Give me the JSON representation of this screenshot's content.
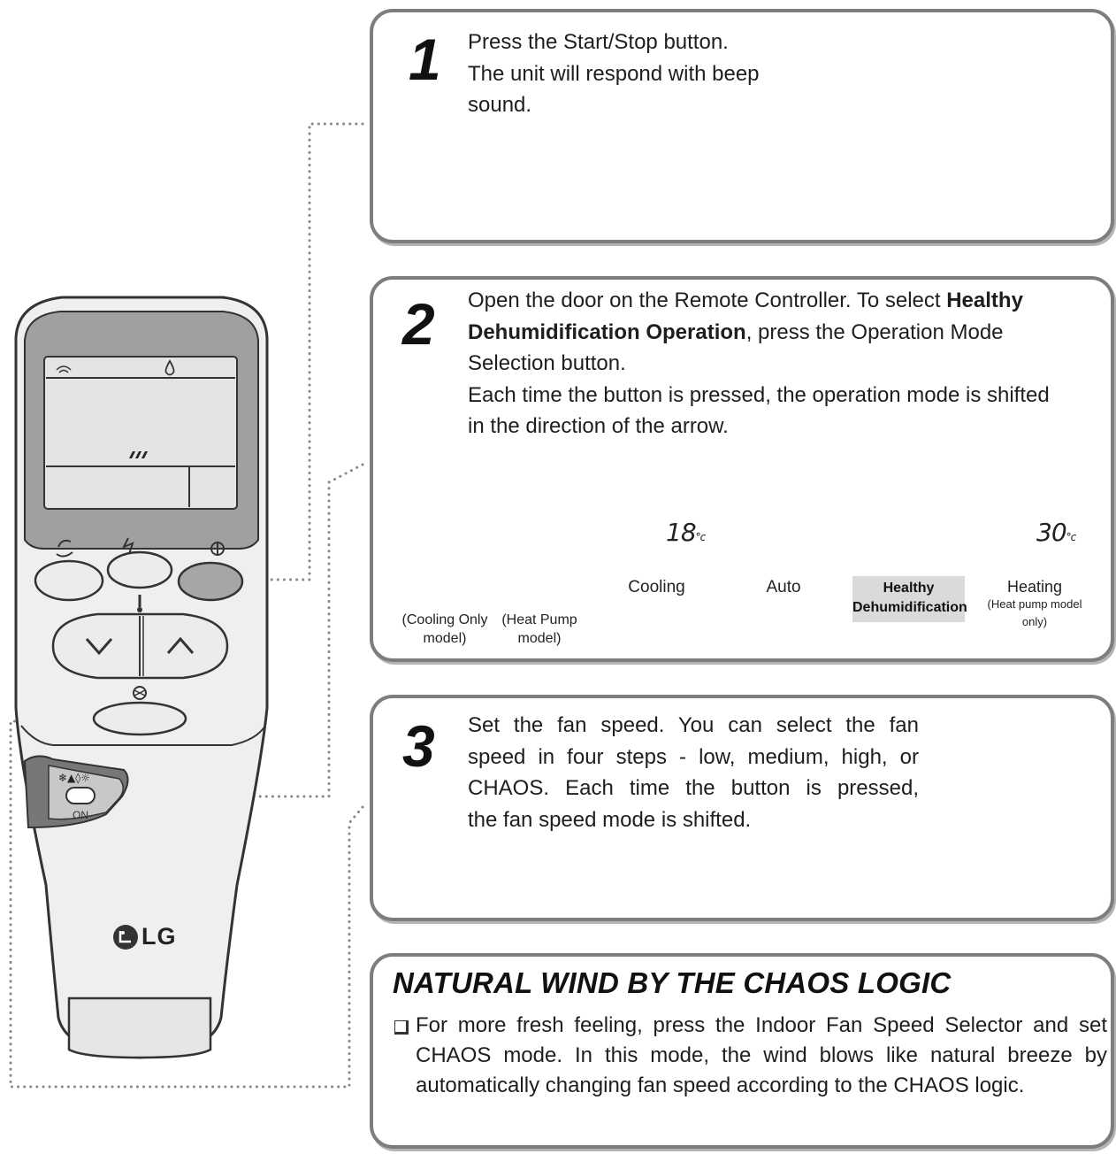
{
  "step1": {
    "number": "1",
    "line1": "Press the Start/Stop button.",
    "line2": "The unit will respond with beep",
    "line3": "sound."
  },
  "step2": {
    "number": "2",
    "p1_a": "Open the door on the Remote Controller. To select ",
    "p1_b": "Healthy",
    "p1_c": "Dehumidification Operation",
    "p1_d": ", press the Operation Mode",
    "p1_e": "Selection button.",
    "p2_a": "Each time the button is pressed, the operation mode is shifted",
    "p2_b": "in the direction of the arrow.",
    "button_captions": [
      {
        "line1": "(Cooling Only",
        "line2": "model)"
      },
      {
        "line1": "(Heat Pump",
        "line2": "model)"
      }
    ],
    "modes": [
      {
        "label": "Cooling",
        "temp": "18",
        "unit": "°c"
      },
      {
        "label": "Auto"
      },
      {
        "label_line1": "Healthy",
        "label_line2": "Dehumidification"
      },
      {
        "label": "Heating",
        "sub": "(Heat pump model only)",
        "temp": "30",
        "unit": "°c"
      }
    ]
  },
  "step3": {
    "number": "3",
    "line1": "Set the fan speed. You can select the fan",
    "line2": "speed in four steps - low, medium, high, or",
    "line3": "CHAOS. Each time the button is pressed,",
    "line4": "the fan speed mode is shifted."
  },
  "chaos": {
    "title": "NATURAL WIND BY THE CHAOS LOGIC",
    "line1": "For more fresh feeling, press the Indoor Fan Speed Selector and set",
    "line2": "CHAOS mode. In this mode, the wind blows like natural breeze by",
    "line3": "automatically changing fan speed according to the CHAOS logic."
  },
  "remote": {
    "brand": "LG",
    "door_switch_label": "ON"
  },
  "colors": {
    "panel_border": "#7d7d7d",
    "remote_body": "#eeeeee",
    "remote_screen_frame": "#9a9a9a",
    "button_gray": "#a8a8a8",
    "highlight": "#dadada"
  }
}
